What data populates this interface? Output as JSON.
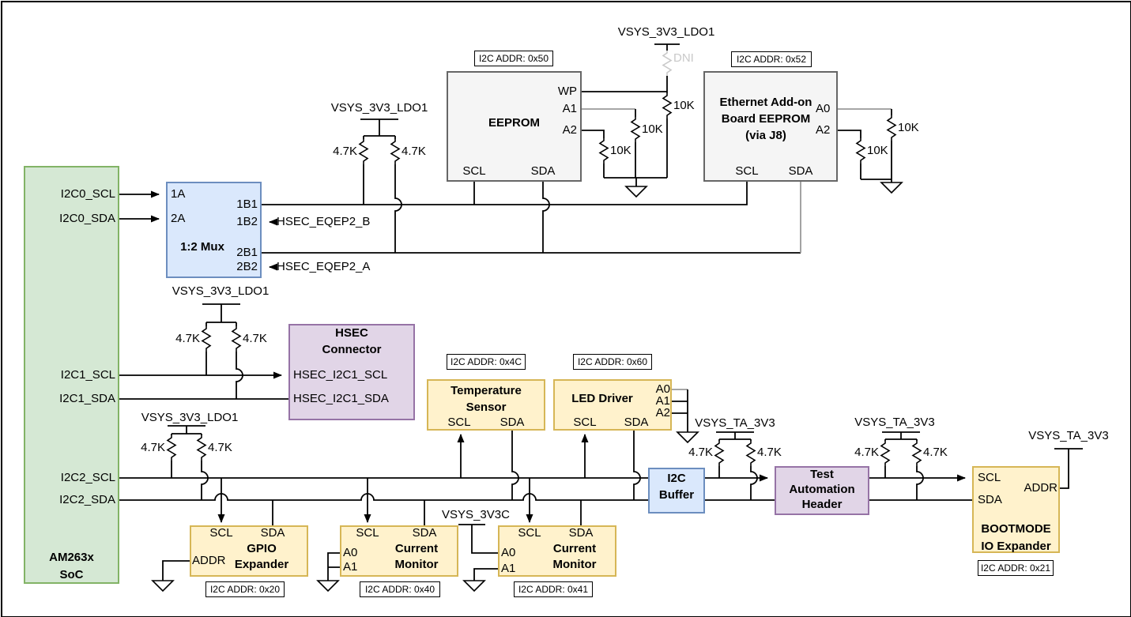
{
  "diagram_type": "I2C tree schematic",
  "colors": {
    "soc_fill": "#d5e8d4",
    "soc_stroke": "#82b366",
    "mux_fill": "#dae8fc",
    "mux_stroke": "#6c8ebf",
    "eeprom_fill": "#f5f5f5",
    "eeprom_stroke": "#666666",
    "connector_fill": "#e1d5e7",
    "connector_stroke": "#9673a6",
    "device_fill": "#fff2cc",
    "device_stroke": "#d6b656",
    "wire": "#000000",
    "dni_gray": "#c9c9c9"
  },
  "power_nets": {
    "ldo": "VSYS_3V3_LDO1",
    "ta": "VSYS_TA_3V3",
    "v3v3c": "VSYS_3V3C"
  },
  "resistor_values": {
    "r47": "4.7K",
    "r10": "10K",
    "dni": "DNI"
  },
  "soc": {
    "title1": "AM263x",
    "title2": "SoC",
    "signals": {
      "i2c0_scl": "I2C0_SCL",
      "i2c0_sda": "I2C0_SDA",
      "i2c1_scl": "I2C1_SCL",
      "i2c1_sda": "I2C1_SDA",
      "i2c2_scl": "I2C2_SCL",
      "i2c2_sda": "I2C2_SDA"
    }
  },
  "mux": {
    "title": "1:2 Mux",
    "pin_1a": "1A",
    "pin_2a": "2A",
    "pin_1b1": "1B1",
    "pin_1b2": "1B2",
    "pin_2b1": "2B1",
    "pin_2b2": "2B2"
  },
  "eqep": {
    "b": "HSEC_EQEP2_B",
    "a": "HSEC_EQEP2_A"
  },
  "eeprom": {
    "title": "EEPROM",
    "addr": "I2C ADDR: 0x50",
    "pin_wp": "WP",
    "pin_a1": "A1",
    "pin_a2": "A2",
    "pin_scl": "SCL",
    "pin_sda": "SDA"
  },
  "eth_eeprom": {
    "title1": "Ethernet Add-on",
    "title2": "Board EEPROM",
    "title3": "(via J8)",
    "addr": "I2C ADDR: 0x52",
    "pin_a0": "A0",
    "pin_a2": "A2",
    "pin_scl": "SCL",
    "pin_sda": "SDA"
  },
  "hsec": {
    "title1": "HSEC",
    "title2": "Connector",
    "pin_scl": "HSEC_I2C1_SCL",
    "pin_sda": "HSEC_I2C1_SDA"
  },
  "temp_sensor": {
    "title1": "Temperature",
    "title2": "Sensor",
    "addr": "I2C ADDR: 0x4C",
    "pin_scl": "SCL",
    "pin_sda": "SDA"
  },
  "led_driver": {
    "title": "LED Driver",
    "addr": "I2C ADDR: 0x60",
    "pin_scl": "SCL",
    "pin_sda": "SDA",
    "pin_a0": "A0",
    "pin_a1": "A1",
    "pin_a2": "A2"
  },
  "gpio_expander": {
    "title1": "GPIO",
    "title2": "Expander",
    "addr": "I2C ADDR: 0x20",
    "pin_scl": "SCL",
    "pin_sda": "SDA",
    "pin_addr": "ADDR"
  },
  "current_monitor1": {
    "title1": "Current",
    "title2": "Monitor",
    "addr": "I2C ADDR: 0x40",
    "pin_scl": "SCL",
    "pin_sda": "SDA",
    "pin_a0": "A0",
    "pin_a1": "A1"
  },
  "current_monitor2": {
    "title1": "Current",
    "title2": "Monitor",
    "addr": "I2C ADDR: 0x41",
    "pin_scl": "SCL",
    "pin_sda": "SDA",
    "pin_a0": "A0",
    "pin_a1": "A1"
  },
  "i2c_buffer": {
    "title1": "I2C",
    "title2": "Buffer"
  },
  "test_automation": {
    "title1": "Test",
    "title2": "Automation",
    "title3": "Header"
  },
  "bootmode": {
    "title1": "BOOTMODE",
    "title2": "IO Expander",
    "addr": "I2C ADDR: 0x21",
    "pin_scl": "SCL",
    "pin_sda": "SDA",
    "pin_addr": "ADDR"
  }
}
